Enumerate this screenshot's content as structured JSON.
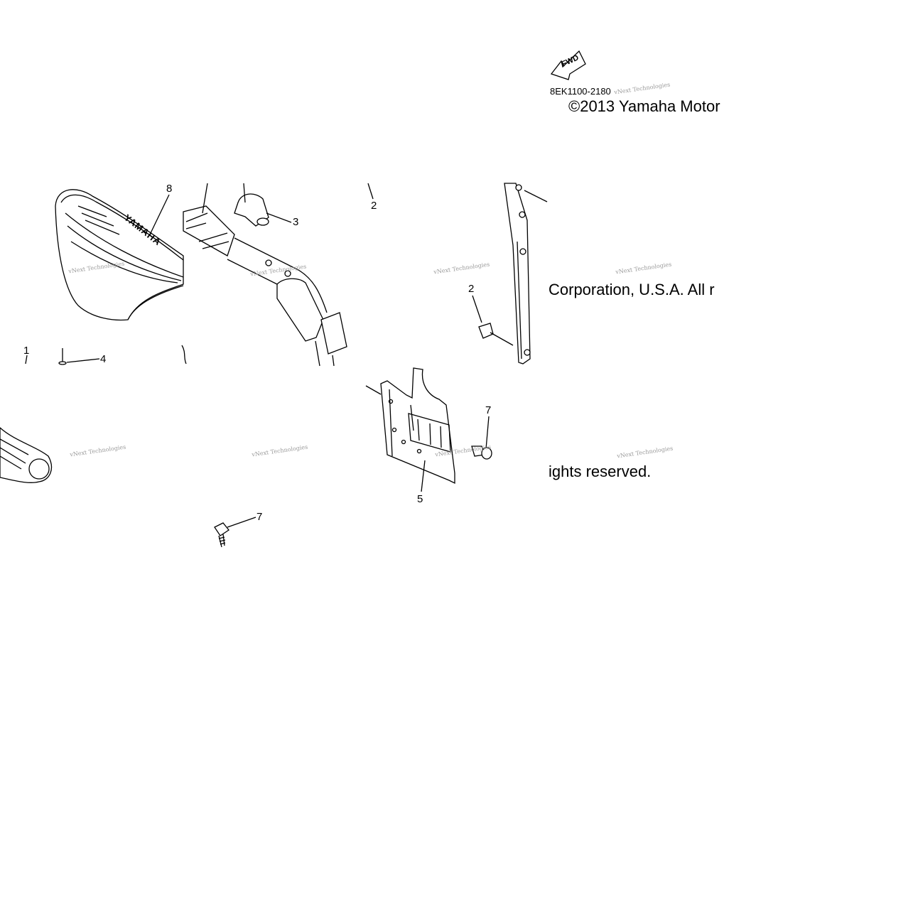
{
  "diagram": {
    "fwd_label": "FWD",
    "part_code": "8EK1100-2180",
    "copyright_parts": [
      "©2013 Yamaha Motor",
      "Corporation, U.S.A. All r",
      "ights reserved."
    ],
    "seat_brand": "YAMAHA",
    "watermark": "vNext Technologies",
    "callouts": [
      "8",
      "3",
      "2",
      "2",
      "1",
      "4",
      "7",
      "5",
      "7"
    ]
  }
}
